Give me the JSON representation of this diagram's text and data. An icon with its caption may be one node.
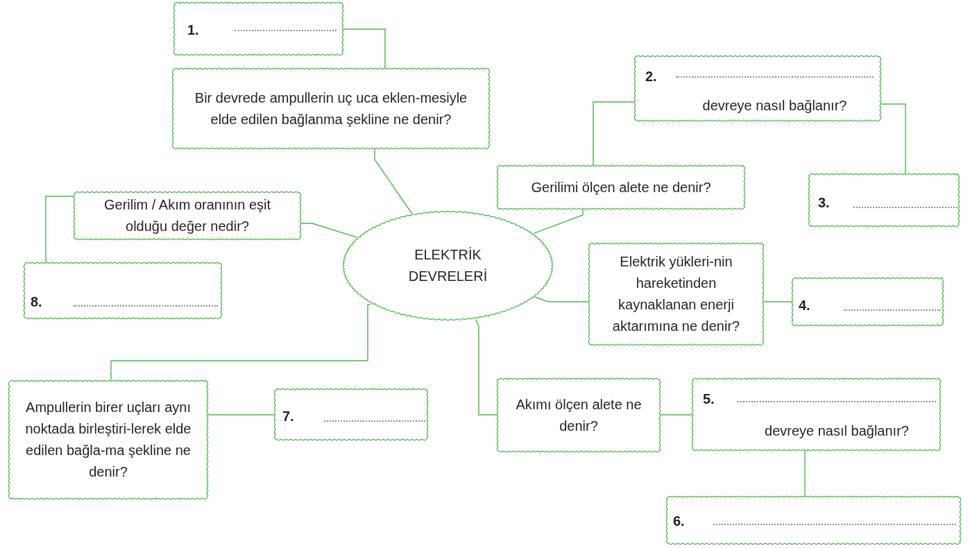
{
  "diagram": {
    "nodes": [
      {
        "text": [
          "ELEKTRİK DEVRELERİ"
        ]
      },
      {
        "text": [
          "1."
        ]
      },
      {
        "text": [
          "Bir devrede ampullerin uç uca eklen-mesiyle elde edilen bağlanma şekline ne denir?"
        ]
      },
      {
        "text": [
          "2.",
          "devreye nasıl bağlanır?"
        ]
      },
      {
        "text": [
          "Gerilimi ölçen alete ne denir?"
        ]
      },
      {
        "text": [
          "3."
        ]
      },
      {
        "text": [
          "Gerilim / Akım oranının eşit olduğu değer nedir?"
        ]
      },
      {
        "text": [
          "8."
        ]
      },
      {
        "text": [
          "Elektrik yükleri-nin hareketinden kaynaklanan enerji aktarımına ne denir?"
        ]
      },
      {
        "text": [
          "4."
        ]
      },
      {
        "text": [
          "Ampullerin birer uçları aynı noktada birleştiri-lerek elde edilen bağla-ma şekline ne denir?"
        ]
      },
      {
        "text": [
          "7."
        ]
      },
      {
        "text": [
          "Akımı ölçen alete ne denir?"
        ]
      },
      {
        "text": [
          "5.",
          "devreye nasıl bağlanır?"
        ]
      },
      {
        "text": [
          "6."
        ]
      }
    ],
    "edges": [
      {
        "from": 1,
        "to": 2,
        "arrow": "none"
      },
      {
        "from": 2,
        "to": 0,
        "arrow": "none"
      },
      {
        "from": 0,
        "to": 4,
        "arrow": "none"
      },
      {
        "from": 4,
        "to": 3,
        "arrow": "none"
      },
      {
        "from": 3,
        "to": 5,
        "arrow": "none"
      },
      {
        "from": 6,
        "to": 0,
        "arrow": "none"
      },
      {
        "from": 6,
        "to": 7,
        "arrow": "none"
      },
      {
        "from": 0,
        "to": 8,
        "arrow": "none"
      },
      {
        "from": 8,
        "to": 9,
        "arrow": "none"
      },
      {
        "from": 0,
        "to": 10,
        "arrow": "none"
      },
      {
        "from": 10,
        "to": 11,
        "arrow": "none"
      },
      {
        "from": 0,
        "to": 12,
        "arrow": "none"
      },
      {
        "from": 12,
        "to": 13,
        "arrow": "none"
      },
      {
        "from": 13,
        "to": 14,
        "arrow": "none"
      }
    ]
  }
}
